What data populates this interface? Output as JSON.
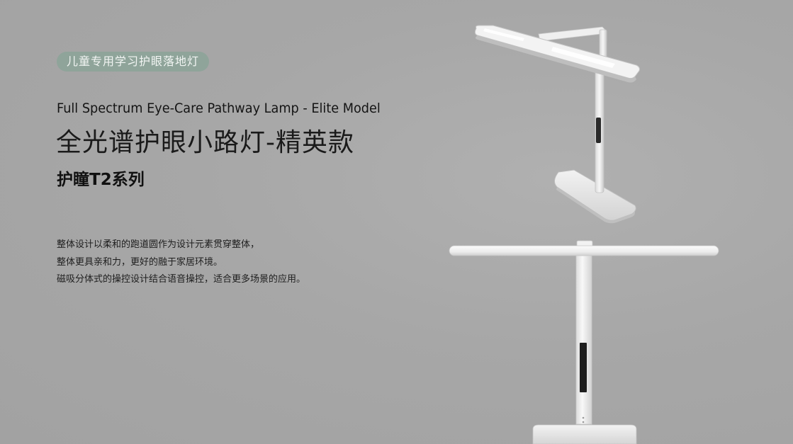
{
  "badge": {
    "label": "儿童专用学习护眼落地灯",
    "color": "#8fa49a"
  },
  "title_en": "Full Spectrum Eye-Care Pathway Lamp - Elite Model",
  "title_cn": "全光谱护眼小路灯-精英款",
  "series": "护瞳T2系列",
  "description": [
    "整体设计以柔和的跑道圆作为设计元素贯穿整体，",
    "整体更具亲和力，更好的融于家居环境。",
    "磁吸分体式的操控设计结合语音操控，适合更多场景的应用。"
  ],
  "colors": {
    "background": "#a6a6a6",
    "lamp_body": "#f4f4f4"
  }
}
